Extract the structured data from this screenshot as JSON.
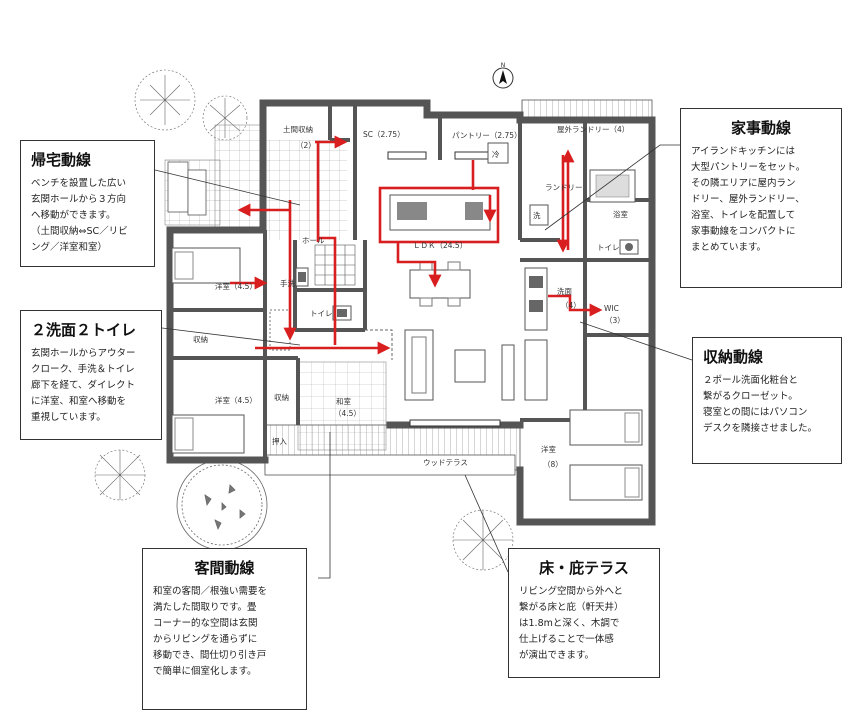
{
  "north_label": "N",
  "rooms": {
    "doma": "土間収納",
    "doma_num": "（2）",
    "sc": "SC（2.75）",
    "pantry": "パントリー（2.75）",
    "rei": "冷",
    "laundry_out": "屋外ランドリー（4）",
    "laundry_in": "ランドリー",
    "bath": "浴室",
    "wash_small": "洗",
    "toilet_right": "トイレ",
    "ldk": "ＬＤＫ（24.5）",
    "hall": "ホール",
    "tesen": "手洗",
    "toilet_left": "トイレ",
    "yoshitsu_1": "洋室（4.5）",
    "yoshitsu_2": "洋室（4.5）",
    "shuno_1": "収納",
    "shuno_2": "収納",
    "washitsu": "和室",
    "washitsu_num": "（4.5）",
    "oshiire": "押入",
    "wood_terrace": "ウッドテラス",
    "senmen": "洗面",
    "senmen_num": "（4）",
    "wic": "WIC",
    "wic_num": "（3）",
    "yoshitsu_big": "洋室",
    "yoshitsu_big_num": "（8）"
  },
  "callouts": {
    "kitaku": {
      "title": "帰宅動線",
      "body": "ベンチを設置した広い\n玄関ホールから３方向\nへ移動ができます。\n（土間収納⇔SC／リビ\nング／洋室和室）"
    },
    "kaji": {
      "title": "家事動線",
      "body": "アイランドキッチンには\n大型パントリーをセット。\nその隣エリアに屋内ラン\nドリー、屋外ランドリー、\n浴室、トイレを配置して\n家事動線をコンパクトに\nまとめています。"
    },
    "senmen": {
      "title": "２洗面２トイレ",
      "body": "玄関ホールからアウター\nクローク、手洗＆トイレ\n廊下を経て、ダイレクト\nに洋室、和室へ移動を\n重視しています。"
    },
    "shuno": {
      "title": "収納動線",
      "body": "２ポール洗面化粧台と\n繋がるクローゼット。\n寝室との間にはパソコン\nデスクを隣接させました。"
    },
    "kyakuma": {
      "title": "客間動線",
      "body": "和室の客間／根強い需要を\n満たした間取りです。畳\nコーナー的な空間は玄関\nからリビングを通らずに\n移動でき、間仕切り引き戸\nで簡単に個室化します。"
    },
    "yuka": {
      "title": "床・庇テラス",
      "body": "リビング空間から外へと\n繋がる床と庇（軒天井）\nは1.8mと深く、木調で\n仕上げることで一体感\nが演出できます。"
    }
  },
  "colors": {
    "wall": "#555555",
    "arrow": "#d81e1e",
    "line": "#333333"
  }
}
